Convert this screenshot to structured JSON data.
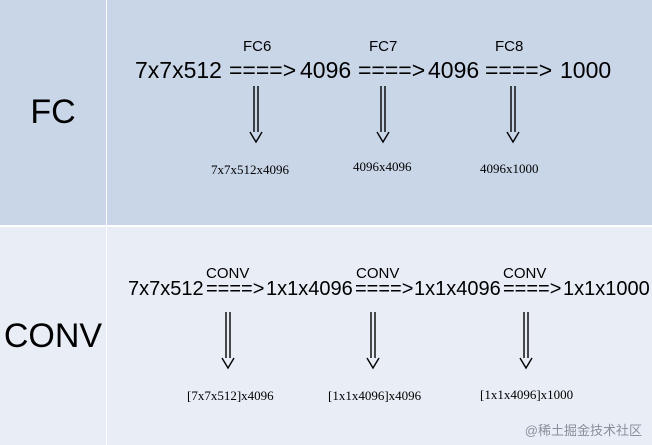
{
  "rows": {
    "fc": {
      "label": "FC",
      "layers": [
        "FC6",
        "FC7",
        "FC8"
      ],
      "shapes": [
        "7x7x512",
        "4096",
        "4096",
        "1000"
      ],
      "arrow": "====>",
      "weights": [
        "7x7x512x4096",
        "4096x4096",
        "4096x1000"
      ]
    },
    "conv": {
      "label": "CONV",
      "layers": [
        "CONV",
        "CONV",
        "CONV"
      ],
      "shapes": [
        "7x7x512",
        "1x1x4096",
        "1x1x4096",
        "1x1x1000"
      ],
      "arrow": "====>",
      "weights": [
        "[7x7x512]x4096",
        "[1x1x4096]x4096",
        "[1x1x4096]x1000"
      ]
    }
  },
  "watermark": "@稀土掘金技术社区"
}
